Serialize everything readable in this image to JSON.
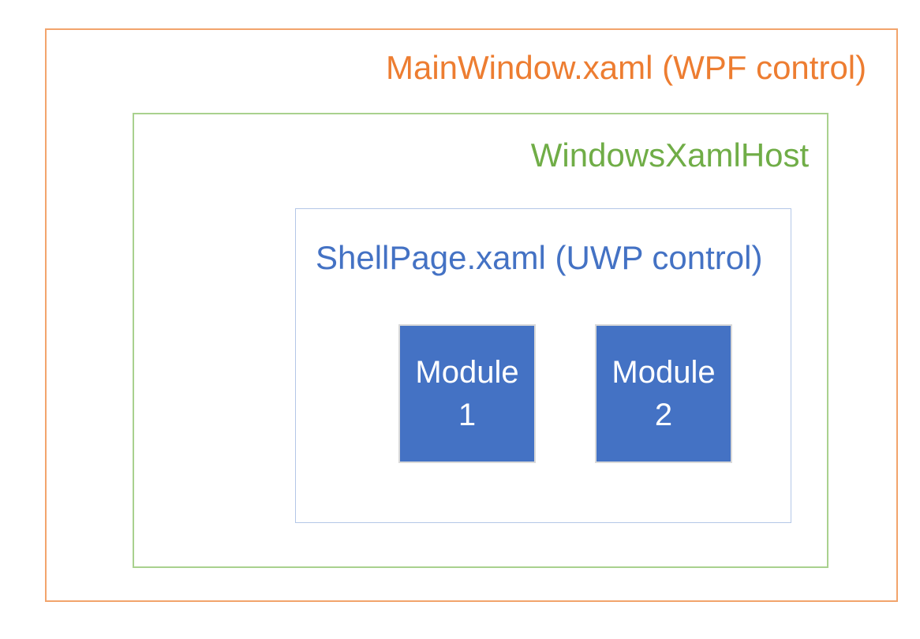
{
  "diagram": {
    "outer": {
      "label": "MainWindow.xaml (WPF control)",
      "text_color": "#ED7D31",
      "border_color": "#F2A46C"
    },
    "host": {
      "label": "WindowsXamlHost",
      "text_color": "#70AD47",
      "border_color": "#A9D18E"
    },
    "shell": {
      "label": "ShellPage.xaml (UWP control)",
      "text_color": "#4472C4",
      "border_color": "#B4C7E7"
    },
    "modules": [
      {
        "lines": [
          "Module",
          "1"
        ],
        "fill_color": "#4472C4",
        "border_color": "#D9D9D9",
        "text_color": "#FFFFFF"
      },
      {
        "lines": [
          "Module",
          "2"
        ],
        "fill_color": "#4472C4",
        "border_color": "#D9D9D9",
        "text_color": "#FFFFFF"
      }
    ]
  }
}
